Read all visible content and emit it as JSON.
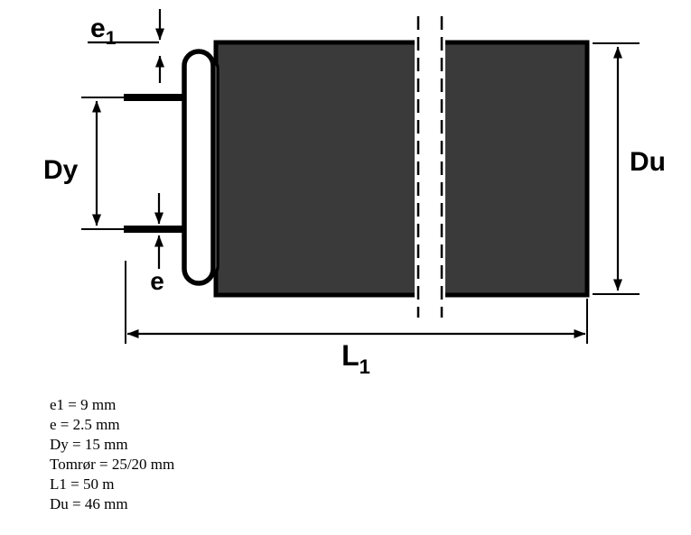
{
  "diagram": {
    "labels": {
      "e1_base": "e",
      "e1_sub": "1",
      "dy": "Dy",
      "e": "e",
      "du": "Du",
      "l1_base": "L",
      "l1_sub": "1"
    },
    "colors": {
      "pipe_fill": "#3a3a3a",
      "line": "#000000",
      "background": "#ffffff"
    }
  },
  "specs": {
    "lines": [
      "e1 = 9 mm",
      "e = 2.5 mm",
      "Dy = 15 mm",
      "Tomrør = 25/20 mm",
      "L1 = 50 m",
      "Du = 46 mm"
    ]
  }
}
